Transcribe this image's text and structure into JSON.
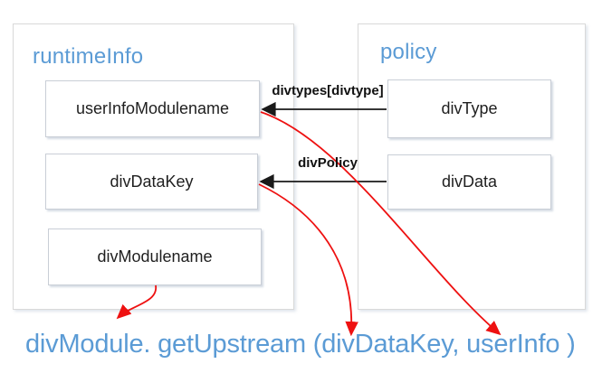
{
  "groups": {
    "runtime": {
      "title": "runtimeInfo"
    },
    "policy": {
      "title": "policy"
    }
  },
  "nodes": {
    "userInfoModulename": "userInfoModulename",
    "divDataKey": "divDataKey",
    "divModulename": "divModulename",
    "divType": "divType",
    "divData": "divData"
  },
  "edges": {
    "divtypes": {
      "label": "divtypes[divtype]",
      "from": "divType",
      "to": "userInfoModulename"
    },
    "divpolicy": {
      "label": "divPolicy",
      "from": "divData",
      "to": "divDataKey"
    }
  },
  "callouts": [
    {
      "from": "divModulename",
      "to": "divModule"
    },
    {
      "from": "divDataKey",
      "to": "divDataKey"
    },
    {
      "from": "userInfoModulename",
      "to": "userInfo"
    }
  ],
  "formula": {
    "text": "divModule. getUpstream (divDataKey, userInfo )"
  },
  "colors": {
    "accent_blue": "#5b9bd5",
    "arrow_red": "#ee1111",
    "arrow_black": "#1a1a1a",
    "border_gray": "#d9d9d9"
  }
}
